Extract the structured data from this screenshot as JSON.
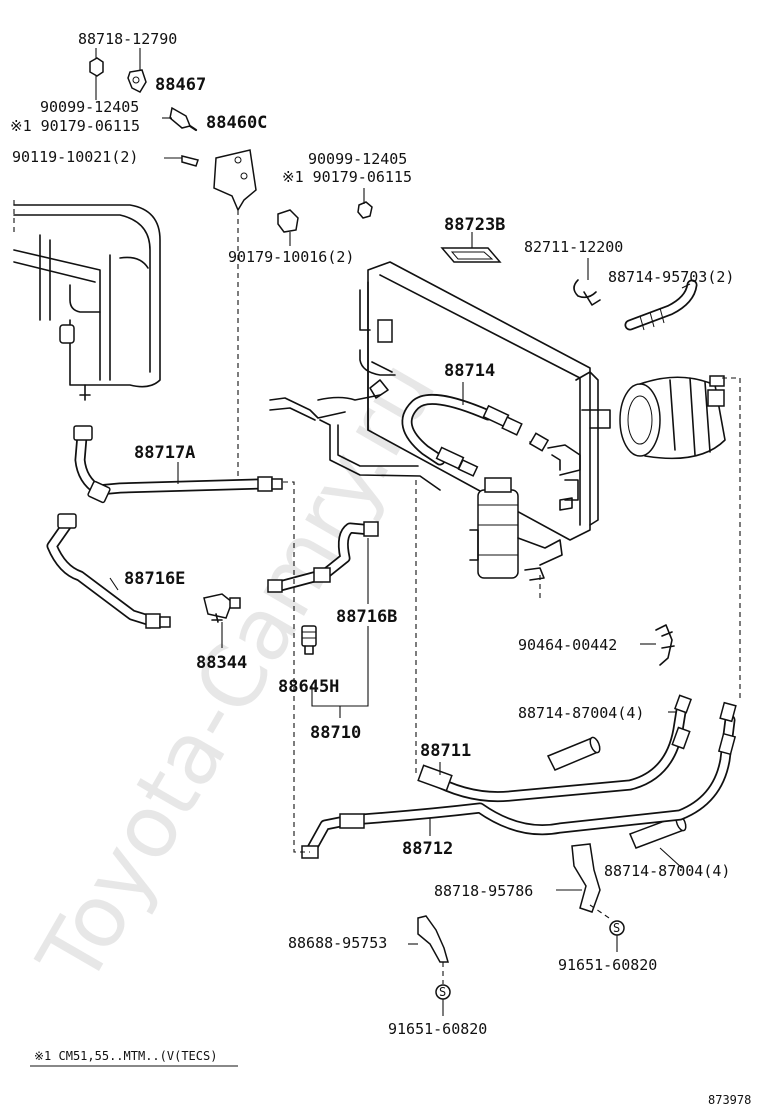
{
  "labels": {
    "p88718_12790": "88718-12790",
    "p88467": "88467",
    "p90099_12405_a": "90099-12405",
    "p90179_06115_a": "※1 90179-06115",
    "p88460C": "88460C",
    "p90119_10021": "90119-10021(2)",
    "p90099_12405_b": "90099-12405",
    "p90179_06115_b": "※1 90179-06115",
    "p90179_10016": "90179-10016(2)",
    "p88723B": "88723B",
    "p82711_12200": "82711-12200",
    "p88714_95703": "88714-95703(2)",
    "p88714": "88714",
    "p88717A": "88717A",
    "p88716E": "88716E",
    "p88344": "88344",
    "p88716B": "88716B",
    "p88645H": "88645H",
    "p88710": "88710",
    "p90464_00442": "90464-00442",
    "p88714_87004_a": "88714-87004(4)",
    "p88711": "88711",
    "p88712": "88712",
    "p88714_87004_b": "88714-87004(4)",
    "p88718_95786": "88718-95786",
    "p88688_95753": "88688-95753",
    "p91651_60820_a": "91651-60820",
    "p91651_60820_b": "91651-60820"
  },
  "footnote": "※1 CM51,55..MTM..(V(TECS)",
  "diagram_id": "873978",
  "watermark": "Toyota-Camry.ru"
}
